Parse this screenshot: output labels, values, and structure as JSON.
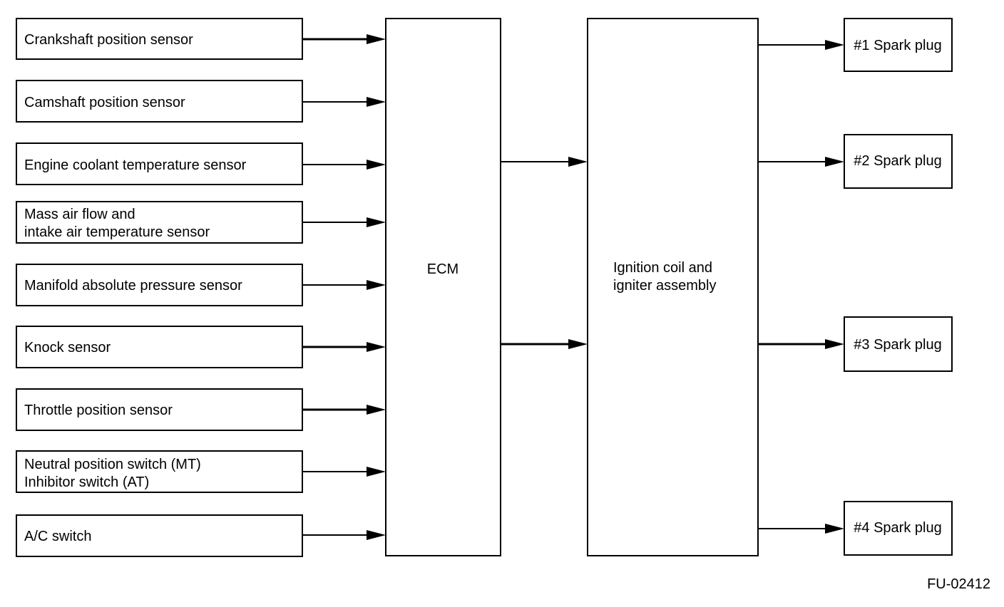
{
  "inputs": [
    {
      "id": "crankshaft",
      "lines": [
        "Crankshaft position sensor"
      ]
    },
    {
      "id": "camshaft",
      "lines": [
        "Camshaft position sensor"
      ]
    },
    {
      "id": "coolant",
      "lines": [
        "Engine coolant temperature sensor"
      ]
    },
    {
      "id": "maf",
      "lines": [
        "Mass air flow and",
        "intake air temperature sensor"
      ]
    },
    {
      "id": "map",
      "lines": [
        "Manifold absolute pressure sensor"
      ]
    },
    {
      "id": "knock",
      "lines": [
        "Knock sensor"
      ]
    },
    {
      "id": "throttle",
      "lines": [
        "Throttle position sensor"
      ]
    },
    {
      "id": "neutral",
      "lines": [
        "Neutral position switch (MT)",
        "Inhibitor switch (AT)"
      ]
    },
    {
      "id": "ac",
      "lines": [
        "A/C switch"
      ]
    }
  ],
  "ecm": {
    "label": "ECM"
  },
  "ignition": {
    "lines": [
      "Ignition coil and",
      "igniter assembly"
    ]
  },
  "outputs": [
    {
      "id": "plug1",
      "label": "#1 Spark plug"
    },
    {
      "id": "plug2",
      "label": "#2 Spark plug"
    },
    {
      "id": "plug3",
      "label": "#3 Spark plug"
    },
    {
      "id": "plug4",
      "label": "#4 Spark plug"
    }
  ],
  "figure_id": "FU-02412"
}
